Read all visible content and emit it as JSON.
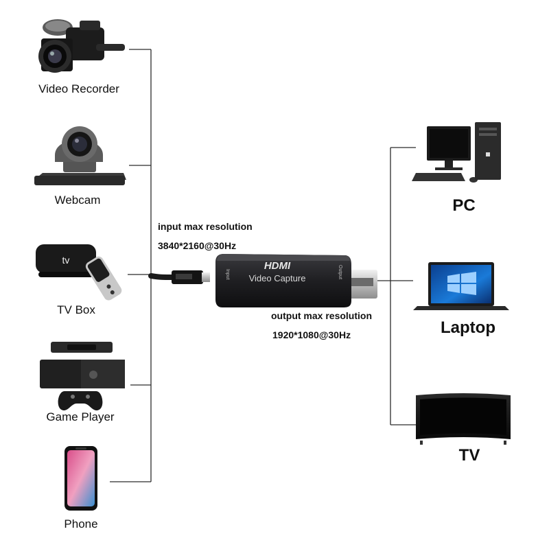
{
  "sources": [
    {
      "label": "Video Recorder",
      "icon": "video-recorder-icon"
    },
    {
      "label": "Webcam",
      "icon": "webcam-icon"
    },
    {
      "label": "TV Box",
      "icon": "tv-box-icon"
    },
    {
      "label": "Game Player",
      "icon": "game-console-icon"
    },
    {
      "label": "Phone",
      "icon": "phone-icon"
    }
  ],
  "destinations": [
    {
      "label": "PC",
      "icon": "desktop-pc-icon"
    },
    {
      "label": "Laptop",
      "icon": "laptop-icon"
    },
    {
      "label": "TV",
      "icon": "tv-icon"
    }
  ],
  "input": {
    "title": "input max resolution",
    "value": "3840*2160@30Hz"
  },
  "output": {
    "title": "output max resolution",
    "value": "1920*1080@30Hz"
  },
  "device": {
    "brand": "HDMI",
    "name": "Video Capture",
    "port_in": "Input",
    "port_out": "Output"
  },
  "tvbox_logo": "tv",
  "colors": {
    "device_body": "#1d1d20",
    "connector": "#c9c9c9",
    "wire": "#2b2b2b"
  }
}
